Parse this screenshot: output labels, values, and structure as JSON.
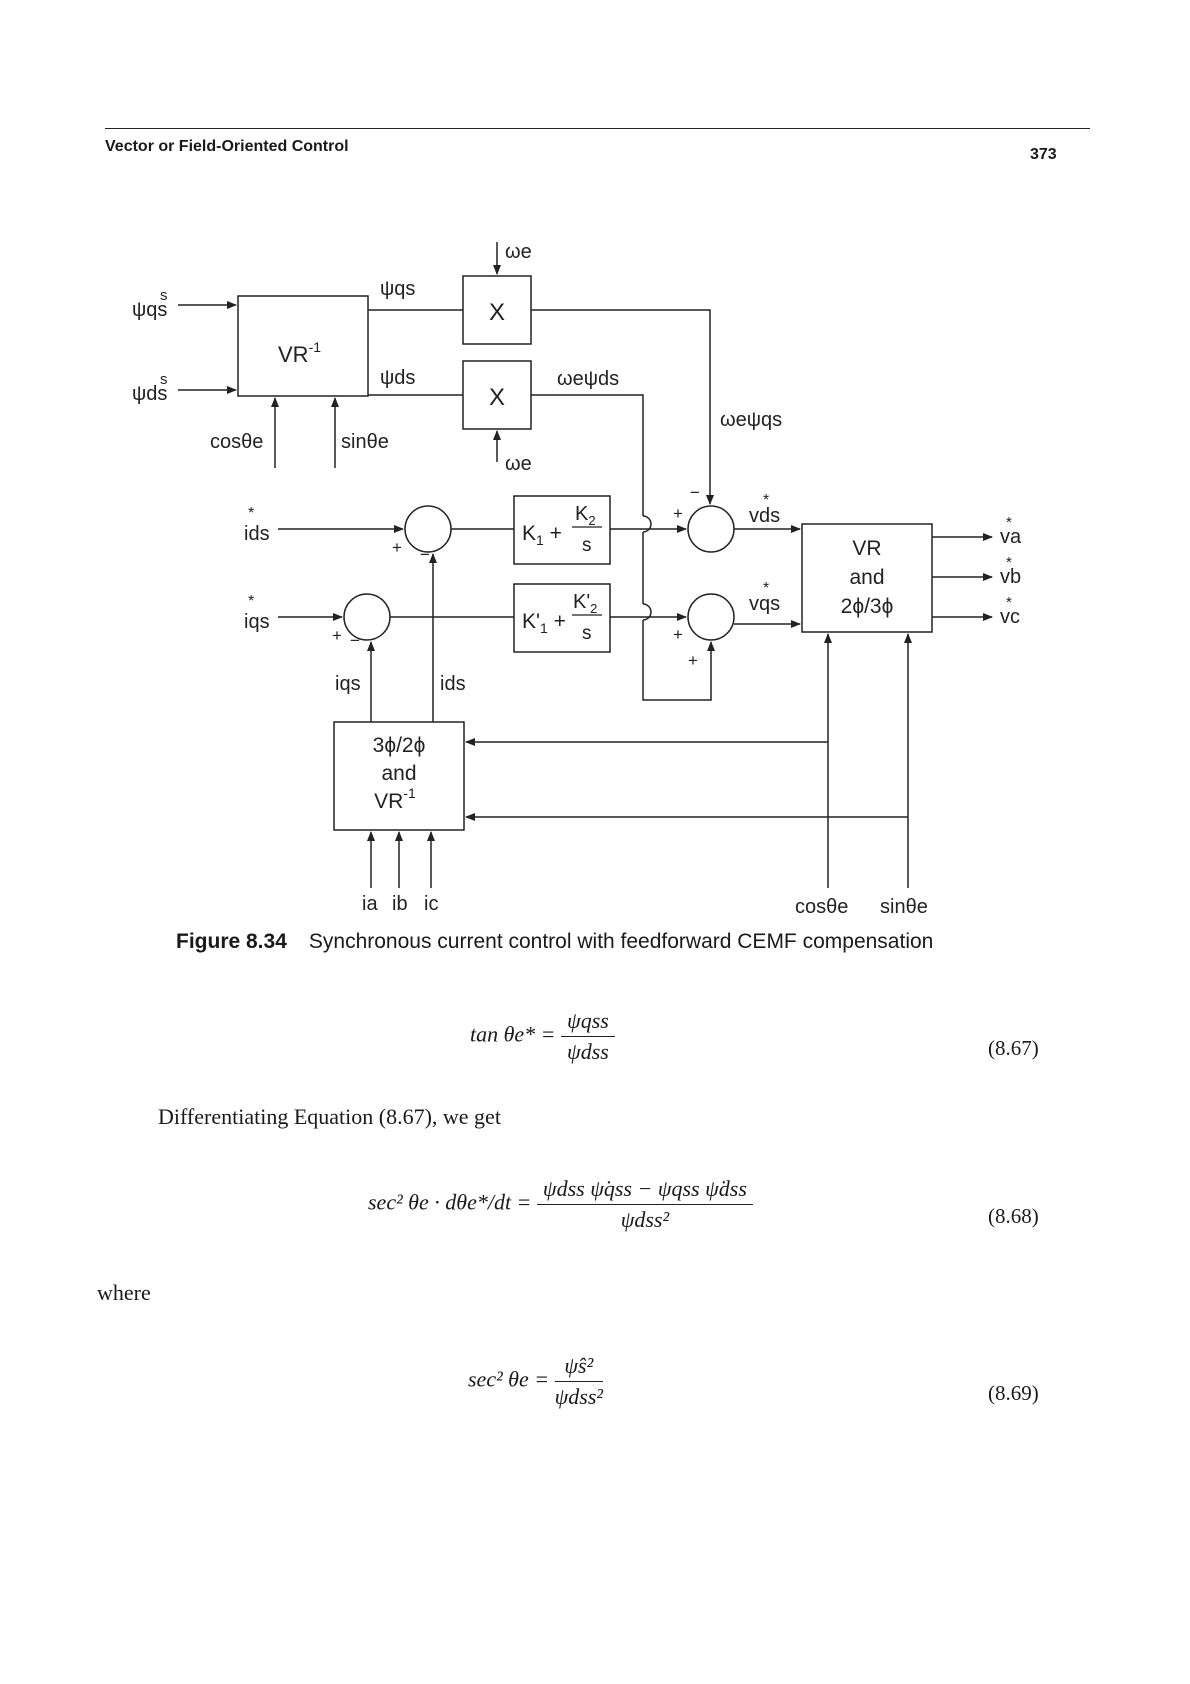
{
  "header": {
    "running_head": "Vector or Field-Oriented Control",
    "page_number": "373"
  },
  "figure": {
    "number": "Figure 8.34",
    "caption": "Synchronous current control with feedforward CEMF compensation",
    "blocks": {
      "vr_inv_top": "VR",
      "vr_inv_top_sup": "-1",
      "mult_1": "X",
      "mult_2": "X",
      "k_block_1_k1": "K",
      "k_block_1_k1_sub": "1",
      "k_block_1_k2": "K",
      "k_block_1_k2_sub": "2",
      "k_block_2_k1": "K'",
      "k_block_2_k1_sub": "1",
      "k_block_2_k2": "K'",
      "k_block_2_k2_sub": "2",
      "k_block_s": "s",
      "vr_line1": "VR",
      "vr_line2": "and",
      "vr_line3": "2ϕ/3ϕ",
      "conv_line1": "3ϕ/2ϕ",
      "conv_line2": "and",
      "conv_line3": "VR",
      "conv_line3_sup": "-1"
    },
    "signals": {
      "psi_qs_s_in": "ψqs",
      "psi_ds_s_in": "ψds",
      "sup_s": "s",
      "psi_qs": "ψqs",
      "psi_ds": "ψds",
      "omega_e": "ωe",
      "omega_psi_ds": "ωeψds",
      "omega_psi_qs": "ωeψqs",
      "cos_theta": "cosθe",
      "sin_theta": "sinθe",
      "i_ds_star": "ids",
      "i_qs_star": "iqs",
      "i_qs_fb": "iqs",
      "i_ds_fb": "ids",
      "v_ds_star": "vds",
      "v_qs_star": "vqs",
      "v_a": "va",
      "v_b": "vb",
      "v_c": "vc",
      "i_a": "ia",
      "i_b": "ib",
      "i_c": "ic",
      "star": "*",
      "plus": "+",
      "minus": "−"
    }
  },
  "equations": [
    {
      "lhs": "tan θe* =",
      "num": "ψqss",
      "den": "ψdss",
      "number": "(8.67)"
    },
    {
      "lhs": "sec² θe · dθe*/dt =",
      "num": "ψdss ψ̇qss − ψqss ψ̇dss",
      "den": "ψdss²",
      "number": "(8.68)"
    },
    {
      "lhs": "sec² θe =",
      "num": "ψ̂s²",
      "den": "ψdss²",
      "number": "(8.69)"
    }
  ],
  "text": {
    "para1": "Differentiating Equation (8.67), we get",
    "para2": "where"
  }
}
